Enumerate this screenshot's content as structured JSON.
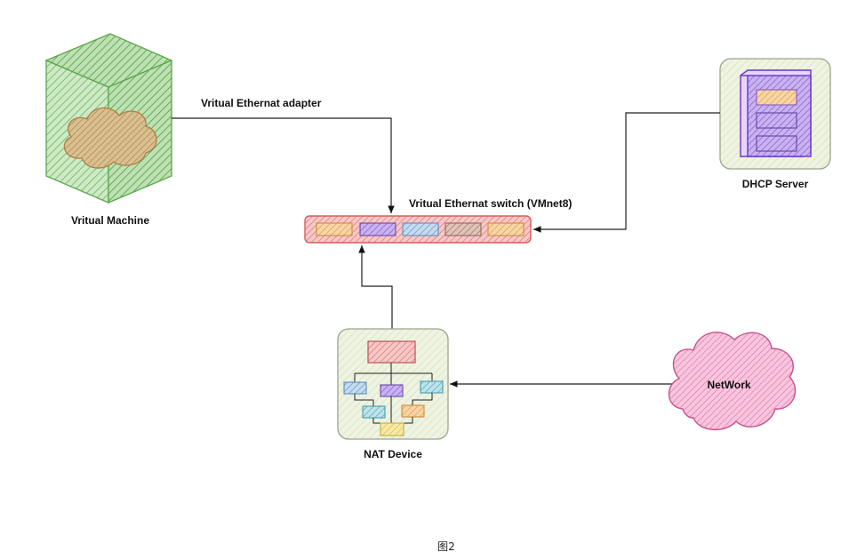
{
  "diagram": {
    "nodes": {
      "virtual_machine": {
        "label": "Vritual Machine",
        "color": "#5cb85c"
      },
      "dhcp_server": {
        "label": "DHCP Server",
        "color": "#7a3ccf"
      },
      "switch": {
        "label": "Vritual Ethernat switch (VMnet8)",
        "color": "#e06666"
      },
      "nat_device": {
        "label": "NAT Device",
        "color": "#e8f0d8"
      },
      "network": {
        "label": "NetWork",
        "color": "#e87bb0"
      }
    },
    "edges": [
      {
        "from": "virtual_machine",
        "to": "switch",
        "label": "Vritual Ethernat adapter"
      },
      {
        "from": "dhcp_server",
        "to": "switch",
        "label": ""
      },
      {
        "from": "nat_device",
        "to": "switch",
        "label": ""
      },
      {
        "from": "network",
        "to": "nat_device",
        "label": ""
      }
    ]
  },
  "caption": "图2"
}
